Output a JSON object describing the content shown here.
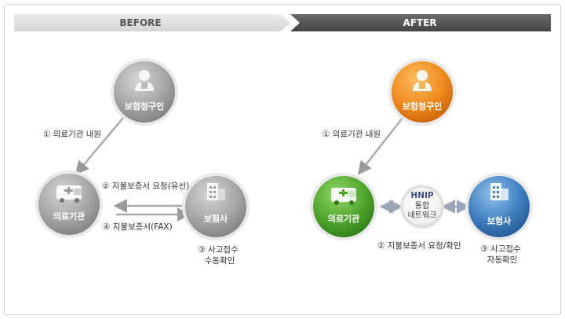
{
  "header": {
    "before": "BEFORE",
    "after": "AFTER"
  },
  "before": {
    "claimant": "보험청구인",
    "hospital": "의료기관",
    "insurer": "보험사",
    "step1": "① 의료기관 내원",
    "step2": "② 지불보증서 요청(유선)",
    "step4": "④ 지불보증서(FAX)",
    "step3_line1": "③ 사고접수",
    "step3_line2": "수동확인"
  },
  "after": {
    "claimant": "보험청구인",
    "hospital": "의료기관",
    "insurer": "보험사",
    "hnip_line1": "HNIP",
    "hnip_line2": "통합",
    "hnip_line3": "네트워크",
    "step1": "① 의료기관 내원",
    "step2": "② 지불보증서 요청/확인",
    "step3_line1": "③ 사고접수",
    "step3_line2": "자동확인"
  },
  "colors": {
    "gray_node": "#a9a9a9",
    "orange_node": "#ee8a1c",
    "green_node": "#4ea52c",
    "blue_node": "#3f7fbf",
    "header_light": "#e2e2e2",
    "header_dark": "#555555"
  },
  "icons": {
    "claimant": "person-icon",
    "hospital": "ambulance-icon",
    "insurer": "building-icon"
  }
}
